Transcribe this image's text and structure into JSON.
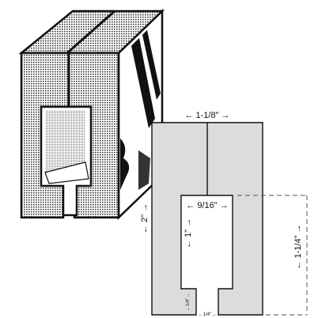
{
  "figure": {
    "dimensions": {
      "top_width": "← 1-1/8\" →",
      "slot_width": "← 9/16\" →",
      "overall_height": "← 2\" →",
      "slot_height": "← 1\" →",
      "depth_height": "← 1-1/4\" →",
      "lip_height": "←1/4\"→",
      "foot_width": "←1/4\"→"
    },
    "colors": {
      "panel_fill": "#dcdcdc",
      "outline": "#111111",
      "dash": "#555555",
      "stipple": "#444444"
    }
  }
}
